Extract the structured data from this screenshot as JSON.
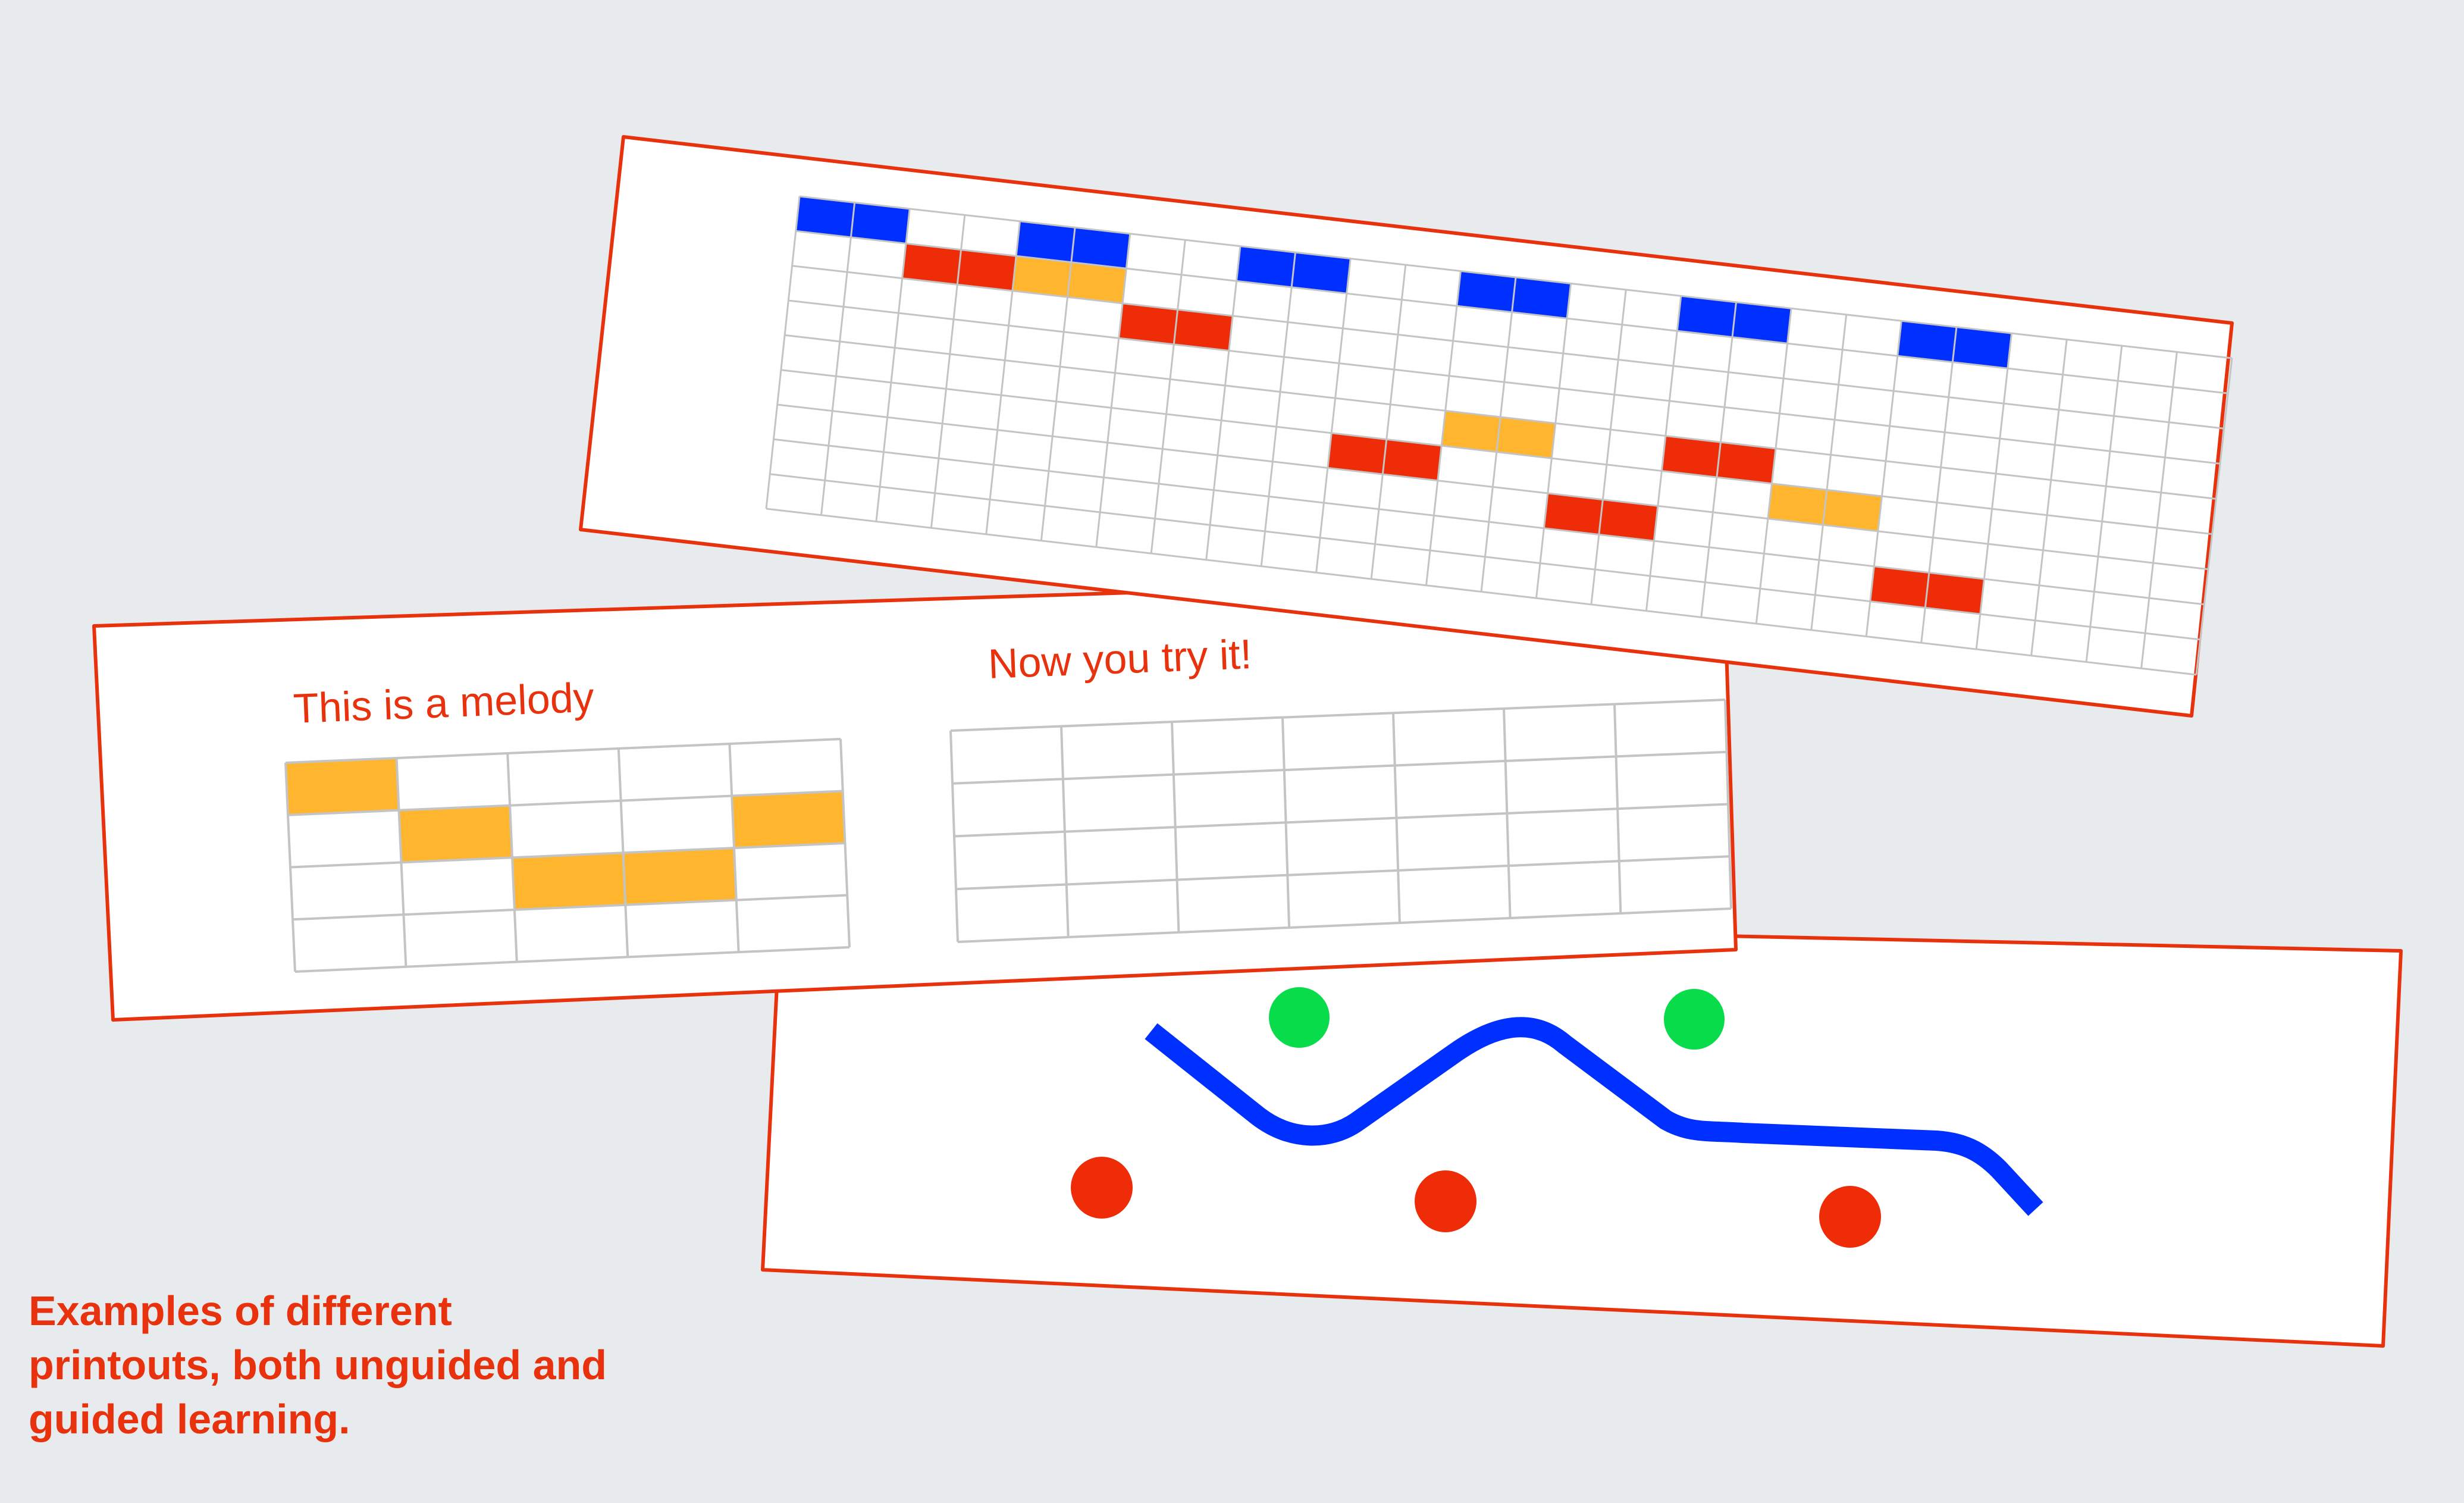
{
  "caption": {
    "lines": [
      "Examples of different",
      "printouts, both unguided and",
      "guided learning."
    ]
  },
  "colors": {
    "background": "#e8ebee",
    "card_border": "#e8320e",
    "card_fill": "#ffffff",
    "grid_line": "#c4c4c4",
    "accent_red": "#ee2c08",
    "blue": "#0030ff",
    "orange": "#ffb52e",
    "green": "#08dc4a",
    "caption_text": "#e8320e"
  },
  "cards": {
    "pattern_grid": {
      "rows": 9,
      "columns": 26,
      "blue_cells": [
        [
          0,
          0
        ],
        [
          0,
          1
        ],
        [
          0,
          4
        ],
        [
          0,
          5
        ],
        [
          0,
          8
        ],
        [
          0,
          9
        ],
        [
          0,
          12
        ],
        [
          0,
          13
        ],
        [
          0,
          16
        ],
        [
          0,
          17
        ],
        [
          0,
          20
        ],
        [
          0,
          21
        ]
      ],
      "red_cells": [
        [
          1,
          2
        ],
        [
          1,
          3
        ],
        [
          2,
          6
        ],
        [
          2,
          7
        ],
        [
          5,
          10
        ],
        [
          5,
          11
        ],
        [
          6,
          14
        ],
        [
          6,
          15
        ],
        [
          4,
          16
        ],
        [
          4,
          17
        ],
        [
          7,
          20
        ],
        [
          7,
          21
        ]
      ],
      "orange_cells": [
        [
          1,
          4
        ],
        [
          1,
          5
        ],
        [
          4,
          12
        ],
        [
          4,
          13
        ],
        [
          5,
          18
        ],
        [
          5,
          19
        ]
      ]
    },
    "melody_lesson": {
      "example_title": "This is a melody",
      "try_title": "Now you try it!",
      "example_grid": {
        "rows": 4,
        "columns": 5,
        "orange_cells": [
          [
            0,
            0
          ],
          [
            1,
            1
          ],
          [
            2,
            2
          ],
          [
            2,
            3
          ],
          [
            1,
            4
          ]
        ]
      },
      "try_grid": {
        "rows": 4,
        "columns": 7
      }
    },
    "contour_card": {
      "green_dot_count": 2,
      "red_dot_count": 3
    }
  }
}
